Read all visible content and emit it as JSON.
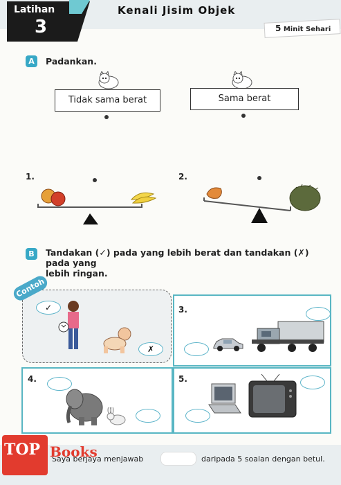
{
  "header": {
    "latihan_label": "Latihan",
    "latihan_number": "3",
    "title": "Kenali Jisim Objek",
    "minit_number": "5",
    "minit_text": "Minit Sehari"
  },
  "section_a": {
    "badge": "A",
    "instruction": "Padankan.",
    "boxes": [
      "Tidak sama berat",
      "Sama berat"
    ],
    "items": [
      "1.",
      "2."
    ]
  },
  "section_b": {
    "badge": "B",
    "instruction_line1": "Tandakan (✓) pada yang lebih berat dan tandakan (✗) pada yang",
    "instruction_line2": "lebih ringan.",
    "contoh_label": "Contoh",
    "contoh_marks": [
      "✓",
      "✗"
    ],
    "items": [
      "3.",
      "4.",
      "5."
    ]
  },
  "footer": {
    "text_before": "Saya berjaya menjawab",
    "text_after": "daripada 5 soalan dengan betul."
  },
  "watermark": {
    "top": "TOP",
    "books": "Books"
  },
  "colors": {
    "accent": "#37a8c6",
    "frame": "#58b6c3",
    "dark": "#1b1b1b"
  }
}
